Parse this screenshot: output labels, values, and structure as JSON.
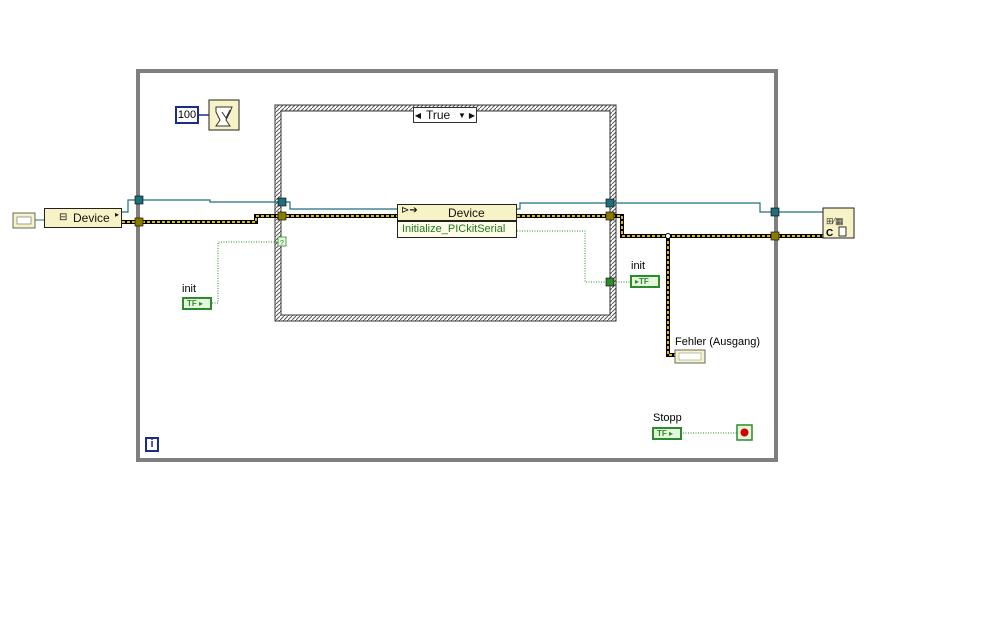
{
  "case_structure": {
    "selector_value": "True"
  },
  "wait_constant": "100",
  "nodes": {
    "device_control": "Device",
    "invoke_node_class": "Device",
    "invoke_node_method": "Initialize_PICkitSerial"
  },
  "indicators": {
    "init_in_label": "init",
    "init_out_label": "init",
    "error_out_label": "Fehler (Ausgang)",
    "stop_label": "Stopp"
  },
  "loop_iteration_symbol": "i",
  "colors": {
    "loop_frame": "#7f7f7f",
    "reference_wire": "#1f6f7a",
    "error_wire": "#c8a800",
    "boolean_wire": "#2d8a2d",
    "numeric_const": "#1d2c8a"
  }
}
